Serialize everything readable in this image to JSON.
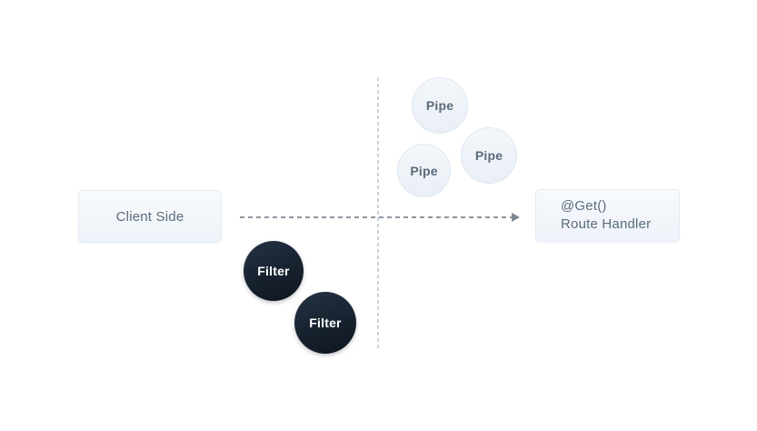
{
  "diagram": {
    "client_node": {
      "label": "Client Side"
    },
    "handler_node": {
      "line1": "@Get()",
      "line2": "Route Handler"
    },
    "pipes": [
      {
        "label": "Pipe"
      },
      {
        "label": "Pipe"
      },
      {
        "label": "Pipe"
      }
    ],
    "filters": [
      {
        "label": "Filter"
      },
      {
        "label": "Filter"
      }
    ],
    "colors": {
      "canvas_bg": "#ffffff",
      "node_fill_top": "#f7fafc",
      "node_fill_bottom": "#eef3f9",
      "node_border": "#e3eaf2",
      "node_text": "#5b6b7b",
      "pipe_fill_top": "#f3f7fb",
      "pipe_fill_bottom": "#e9eff6",
      "pipe_border": "#dfe7f0",
      "pipe_text": "#5b6b7b",
      "filter_fill_top": "#243243",
      "filter_fill_bottom": "#0d141e",
      "filter_text": "#ffffff",
      "arrow": "#8d97a3",
      "arrowhead": "#7d8894",
      "guide_line": "#cdd3da"
    }
  }
}
